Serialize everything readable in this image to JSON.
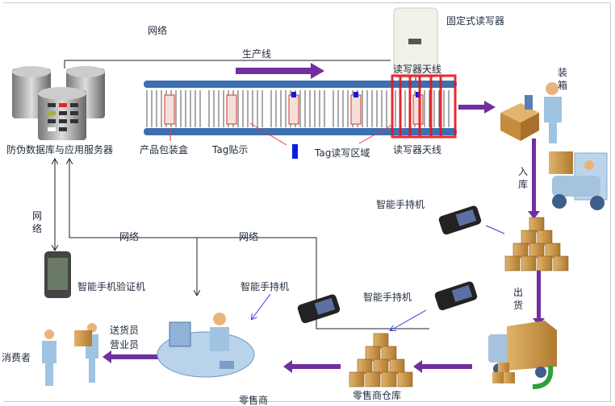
{
  "labels": {
    "network_top": "网络",
    "fixed_reader": "固定式读写器",
    "reader_antenna_top": "读写器天线",
    "production_line": "生产线",
    "server": "防伪数据库与应用服务器",
    "product_box": "产品包装盒",
    "tag_label": "Tag贴示",
    "tag_rw_area": "Tag读写区域",
    "reader_antenna_bottom": "读写器天线",
    "packing": "装箱",
    "warehouse_in": "入库",
    "handheld_1": "智能手持机",
    "network_left": "网络",
    "network_mid1": "网络",
    "network_mid2": "网络",
    "phone_verifier": "智能手机验证机",
    "handheld_2": "智能手持机",
    "handheld_3": "智能手持机",
    "shipping": "出货",
    "delivery": "送货员",
    "sales": "营业员",
    "consumer": "消费者",
    "retailer": "零售商",
    "retailer_warehouse": "零售商仓库"
  },
  "colors": {
    "flow_arrow": "#7030a0",
    "rail": "#3d6fb0",
    "antenna_zone": "#e8141b",
    "pointer": "#3b3bdc",
    "tag": "#0a1ee0"
  },
  "icons": [
    "database-server-icon",
    "rfid-reader-icon",
    "conveyor-icon",
    "packing-worker-icon",
    "forklift-icon",
    "box-stack-icon",
    "handheld-icon",
    "truck-icon",
    "retail-desk-icon",
    "smartphone-icon",
    "delivery-person-icon",
    "consumer-icon"
  ]
}
